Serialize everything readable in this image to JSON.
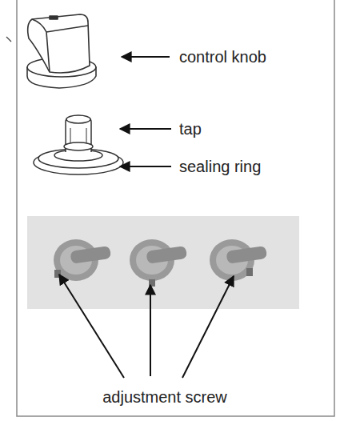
{
  "diagram": {
    "labels": [
      "control knob",
      "tap",
      "sealing ring",
      "adjustment screw"
    ]
  }
}
